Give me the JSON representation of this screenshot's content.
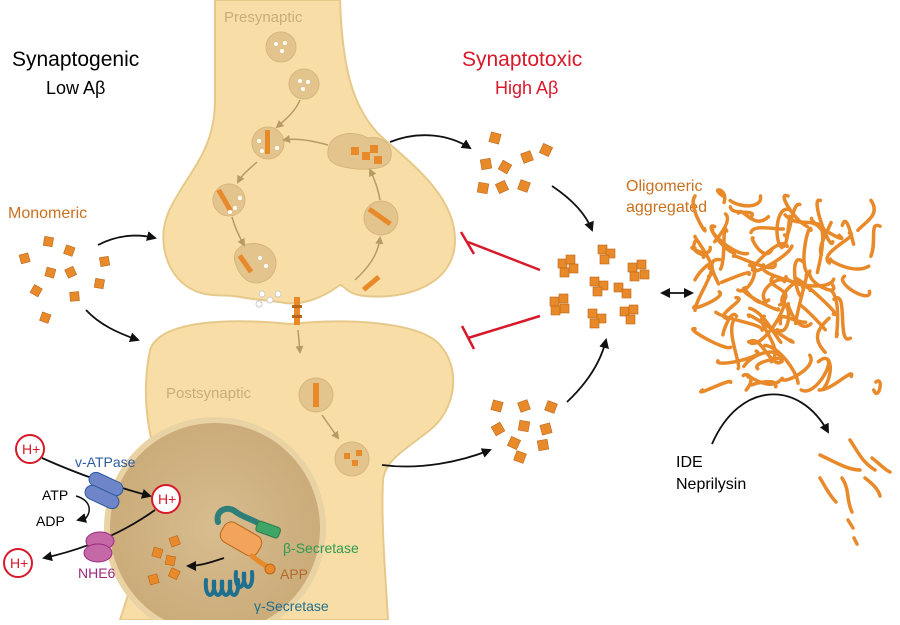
{
  "left_header": {
    "title": "Synaptogenic",
    "subtitle": "Low Aβ"
  },
  "right_header": {
    "title": "Synaptotoxic",
    "subtitle": "High Aβ"
  },
  "labels": {
    "presynaptic": "Presynaptic",
    "postsynaptic": "Postsynaptic",
    "monomeric": "Monomeric",
    "oligomeric_line1": "Oligomeric",
    "oligomeric_line2": "aggregated",
    "ide": "IDE",
    "neprilysin": "Neprilysin"
  },
  "endosome": {
    "proton": "H+",
    "v_atpase": "v-ATPase",
    "atp": "ATP",
    "adp": "ADP",
    "nhe6": "NHE6",
    "beta_secretase": "β-Secretase",
    "app": "APP",
    "gamma_secretase": "γ-Secretase"
  },
  "colors": {
    "neuron_fill": "#f8dea6",
    "neuron_stroke": "#e6c98a",
    "vesicle_fill": "#e3c48c",
    "abeta": "#e8892a",
    "abeta_dark": "#b9661a",
    "toxic_red": "#d7192a",
    "v_atpase_blue": "#2c5b9e",
    "nhe6_magenta": "#9b2a7c",
    "beta_green": "#2e9a52",
    "gamma_teal": "#1f6f8f",
    "app_brown": "#b36a2a",
    "ghost_text": "#c9ad78",
    "endosome_fill": "#d4b889"
  }
}
